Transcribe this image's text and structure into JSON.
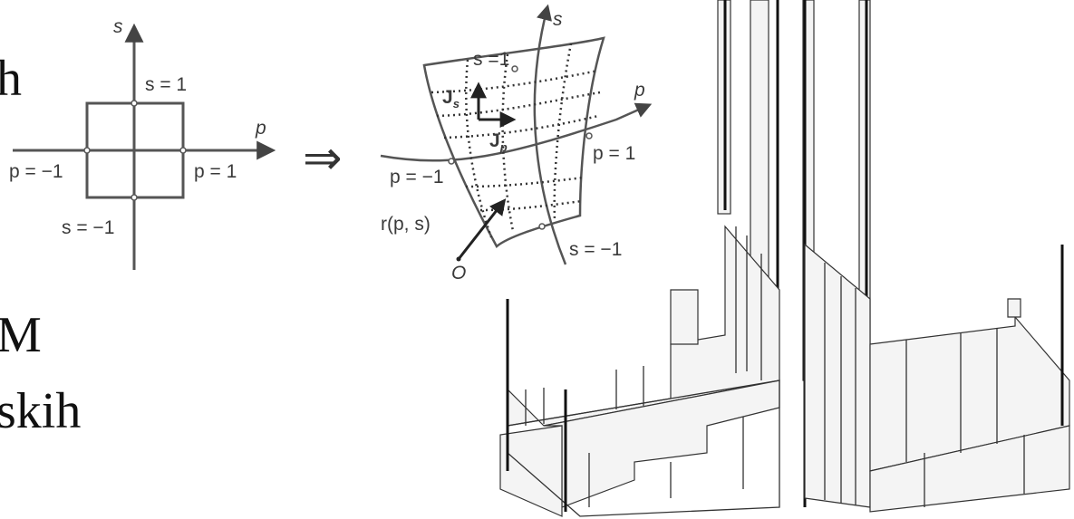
{
  "slide_fragments": [
    "h",
    "M",
    "skih"
  ],
  "reference_element": {
    "axis_s": "s",
    "axis_p": "p",
    "label_s_pos": "s = 1",
    "label_s_neg": "s = −1",
    "label_p_pos": "p = 1",
    "label_p_neg": "p = −1"
  },
  "arrow_symbol": "⇒",
  "mapped_element": {
    "axis_s": "s",
    "axis_p": "p",
    "label_s_pos": "s =1",
    "label_s_neg": "s = −1",
    "label_p_pos": "p = 1",
    "label_p_neg": "p = −1",
    "jacobian_s": "J",
    "jacobian_s_sub": "s",
    "jacobian_p": "J",
    "jacobian_p_sub": "p",
    "position_vector": "r(p, s)",
    "origin": "O"
  },
  "colors": {
    "line": "#555555",
    "face": "#f4f4f4"
  }
}
